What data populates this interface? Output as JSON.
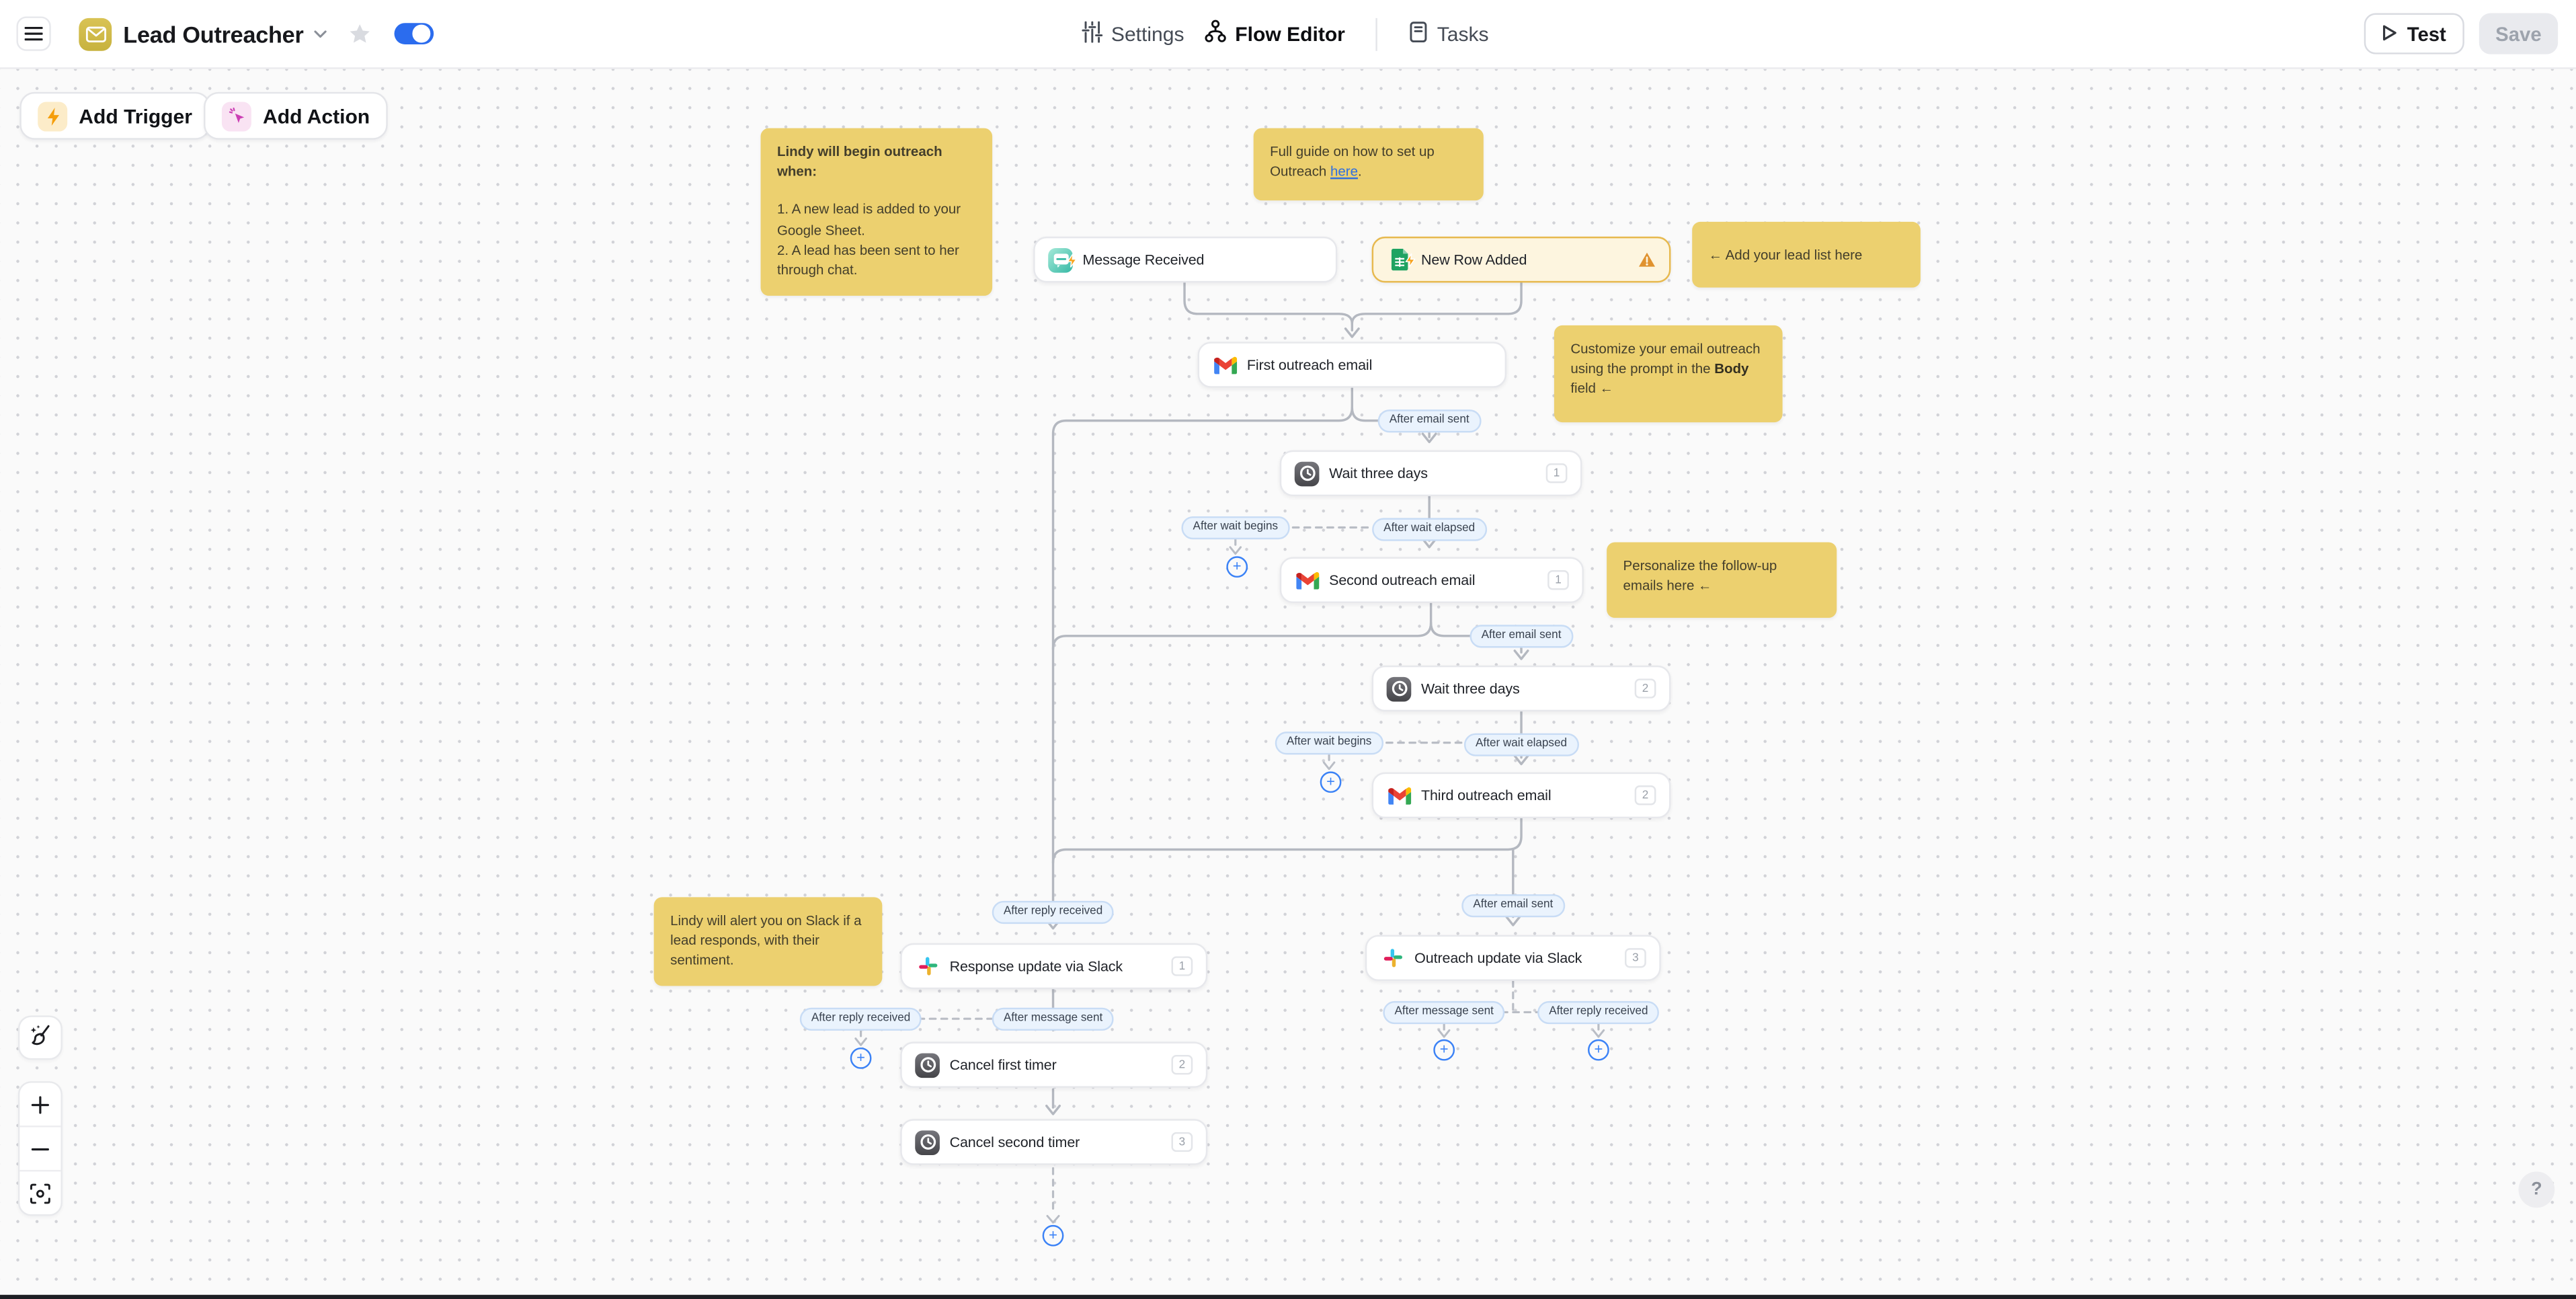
{
  "topbar": {
    "title": "Lead Outreacher",
    "nav_settings": "Settings",
    "nav_flow_editor": "Flow Editor",
    "nav_tasks": "Tasks",
    "test_label": "Test",
    "save_label": "Save",
    "toggle_state": "on"
  },
  "toolbar": {
    "add_trigger_label": "Add Trigger",
    "add_action_label": "Add Action"
  },
  "canvas": {
    "notes": {
      "begin_outreach": {
        "title": "Lindy will begin outreach when:",
        "line1": "1. A new lead is added to your Google Sheet.",
        "line2": "2. A lead has been sent to her through chat."
      },
      "guide": {
        "text_before": "Full guide on how to set up Outreach ",
        "link_text": "here",
        "text_after": "."
      },
      "lead_list": {
        "text": "← Add your lead list here"
      },
      "customize": {
        "text_before": "Customize your email outreach using the prompt in the ",
        "bold_text": "Body",
        "text_after": " field ←"
      },
      "personalize": {
        "text": "Personalize the follow-up emails here ←"
      },
      "slack_alert": {
        "text": "Lindy will alert you on Slack if a lead responds, with their sentiment."
      }
    },
    "nodes": {
      "message_received": {
        "label": "Message Received"
      },
      "new_row_added": {
        "label": "New Row Added"
      },
      "first_outreach_email": {
        "label": "First outreach email"
      },
      "wait_three_days_1": {
        "label": "Wait three days",
        "badge": "1"
      },
      "second_outreach_email": {
        "label": "Second outreach email",
        "badge": "1"
      },
      "wait_three_days_2": {
        "label": "Wait three days",
        "badge": "2"
      },
      "third_outreach_email": {
        "label": "Third outreach email",
        "badge": "2"
      },
      "response_update_slack": {
        "label": "Response update via Slack",
        "badge": "1"
      },
      "cancel_first_timer": {
        "label": "Cancel first timer",
        "badge": "2"
      },
      "cancel_second_timer": {
        "label": "Cancel second timer",
        "badge": "3"
      },
      "outreach_update_slack": {
        "label": "Outreach update via Slack",
        "badge": "3"
      }
    },
    "edge_labels": {
      "after_email_sent": "After email sent",
      "after_wait_begins": "After wait begins",
      "after_wait_elapsed": "After wait elapsed",
      "after_reply_received": "After reply received",
      "after_message_sent": "After message sent"
    },
    "help_label": "?"
  },
  "colors": {
    "accent_blue": "#3b82f6",
    "note_yellow": "#ecd06f",
    "edge_grey": "#b4b8c0",
    "warning_orange": "#e0922f",
    "toggle_blue": "#2b6cee",
    "trigger_border": "#e7b94e"
  }
}
